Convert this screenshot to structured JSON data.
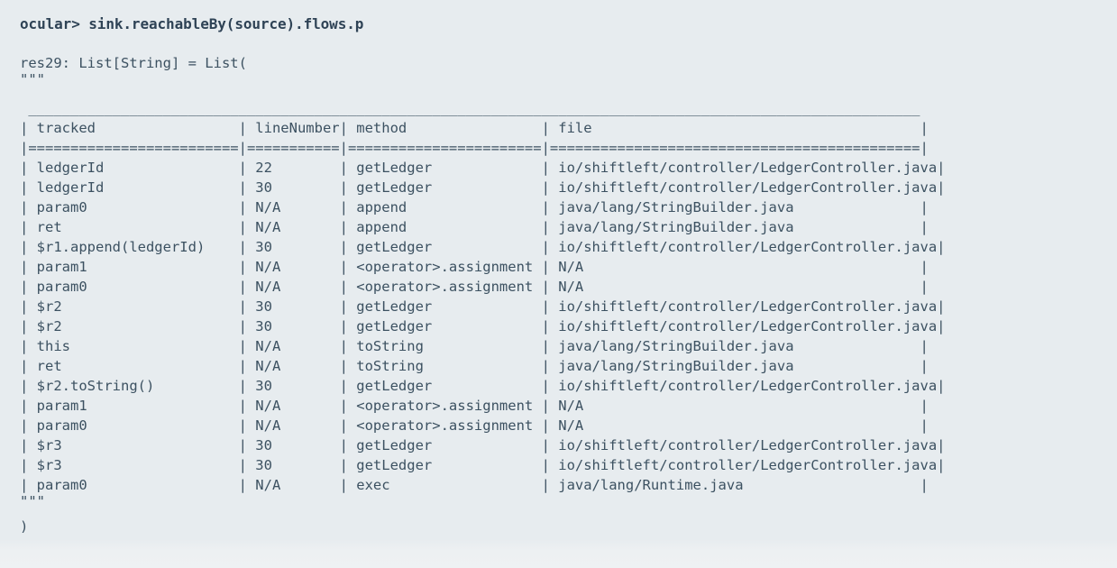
{
  "terminal": {
    "prompt_label": "ocular>",
    "command": "sink.reachableBy(source).flows.p",
    "prompt_line": "ocular> sink.reachableBy(source).flows.p",
    "result_line": "res29: List[String] = List(",
    "result_name": "res29",
    "result_type": "List[String]",
    "triple_quote_open": "\"\"\"",
    "triple_quote_close": "\"\"\"",
    "close_paren": ")",
    "fg_color": "#3c5161",
    "prompt_color": "#2f4356",
    "bg_color": "#e7ecef"
  },
  "table": {
    "columns": [
      {
        "key": "tracked",
        "header": "tracked",
        "width": 24
      },
      {
        "key": "lineNumber",
        "header": "lineNumber",
        "width": 10
      },
      {
        "key": "method",
        "header": "method",
        "width": 22
      },
      {
        "key": "file",
        "header": "file",
        "width": 43
      }
    ],
    "rows": [
      {
        "tracked": "ledgerId",
        "lineNumber": "22",
        "method": "getLedger",
        "file": "io/shiftleft/controller/LedgerController.java"
      },
      {
        "tracked": "ledgerId",
        "lineNumber": "30",
        "method": "getLedger",
        "file": "io/shiftleft/controller/LedgerController.java"
      },
      {
        "tracked": "param0",
        "lineNumber": "N/A",
        "method": "append",
        "file": "java/lang/StringBuilder.java"
      },
      {
        "tracked": "ret",
        "lineNumber": "N/A",
        "method": "append",
        "file": "java/lang/StringBuilder.java"
      },
      {
        "tracked": "$r1.append(ledgerId)",
        "lineNumber": "30",
        "method": "getLedger",
        "file": "io/shiftleft/controller/LedgerController.java"
      },
      {
        "tracked": "param1",
        "lineNumber": "N/A",
        "method": "<operator>.assignment",
        "file": "N/A"
      },
      {
        "tracked": "param0",
        "lineNumber": "N/A",
        "method": "<operator>.assignment",
        "file": "N/A"
      },
      {
        "tracked": "$r2",
        "lineNumber": "30",
        "method": "getLedger",
        "file": "io/shiftleft/controller/LedgerController.java"
      },
      {
        "tracked": "$r2",
        "lineNumber": "30",
        "method": "getLedger",
        "file": "io/shiftleft/controller/LedgerController.java"
      },
      {
        "tracked": "this",
        "lineNumber": "N/A",
        "method": "toString",
        "file": "java/lang/StringBuilder.java"
      },
      {
        "tracked": "ret",
        "lineNumber": "N/A",
        "method": "toString",
        "file": "java/lang/StringBuilder.java"
      },
      {
        "tracked": "$r2.toString()",
        "lineNumber": "30",
        "method": "getLedger",
        "file": "io/shiftleft/controller/LedgerController.java"
      },
      {
        "tracked": "param1",
        "lineNumber": "N/A",
        "method": "<operator>.assignment",
        "file": "N/A"
      },
      {
        "tracked": "param0",
        "lineNumber": "N/A",
        "method": "<operator>.assignment",
        "file": "N/A"
      },
      {
        "tracked": "$r3",
        "lineNumber": "30",
        "method": "getLedger",
        "file": "io/shiftleft/controller/LedgerController.java"
      },
      {
        "tracked": "$r3",
        "lineNumber": "30",
        "method": "getLedger",
        "file": "io/shiftleft/controller/LedgerController.java"
      },
      {
        "tracked": "param0",
        "lineNumber": "N/A",
        "method": "exec",
        "file": "java/lang/Runtime.java"
      }
    ]
  }
}
